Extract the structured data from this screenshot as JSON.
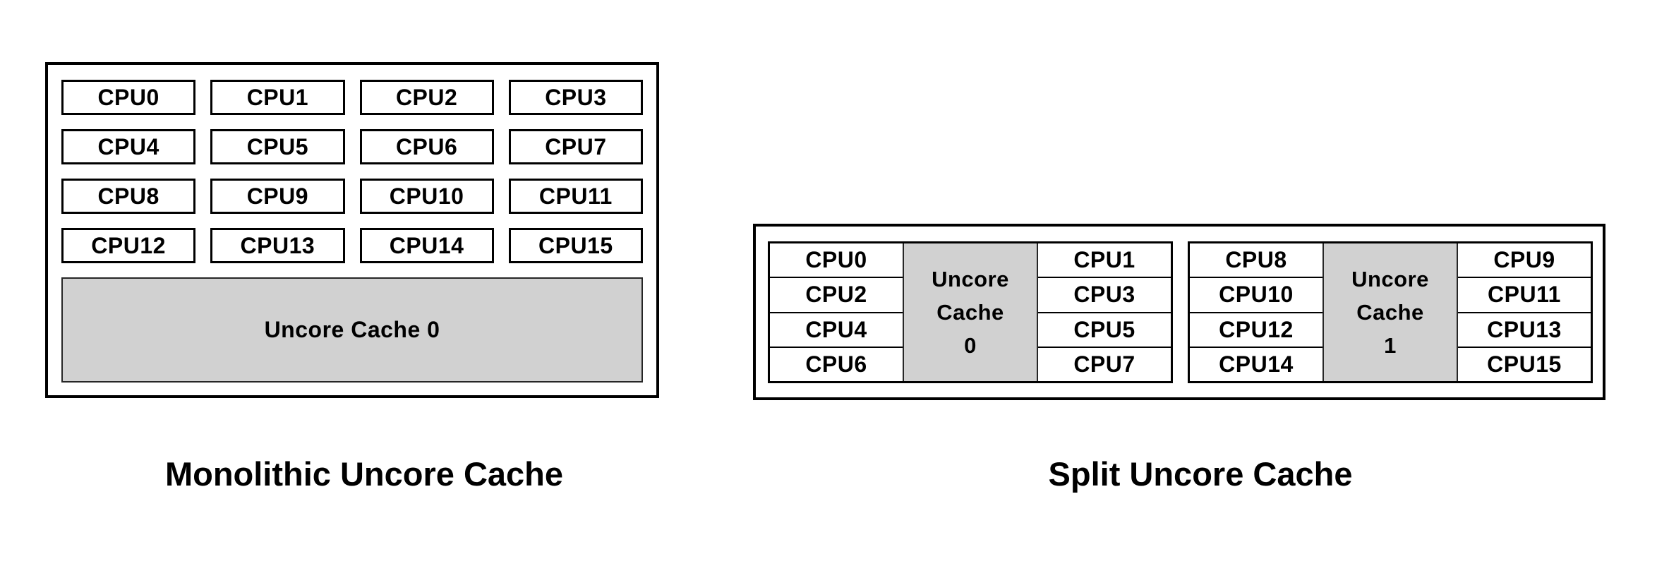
{
  "left_diagram": {
    "caption": "Monolithic Uncore Cache",
    "cpu_rows": [
      [
        "CPU0",
        "CPU1",
        "CPU2",
        "CPU3"
      ],
      [
        "CPU4",
        "CPU5",
        "CPU6",
        "CPU7"
      ],
      [
        "CPU8",
        "CPU9",
        "CPU10",
        "CPU11"
      ],
      [
        "CPU12",
        "CPU13",
        "CPU14",
        "CPU15"
      ]
    ],
    "cache_label": "Uncore Cache 0"
  },
  "right_diagram": {
    "caption": "Split Uncore Cache",
    "groups": [
      {
        "left_cpus": [
          "CPU0",
          "CPU2",
          "CPU4",
          "CPU6"
        ],
        "cache_label": "Uncore\nCache\n0",
        "right_cpus": [
          "CPU1",
          "CPU3",
          "CPU5",
          "CPU7"
        ]
      },
      {
        "left_cpus": [
          "CPU8",
          "CPU10",
          "CPU12",
          "CPU14"
        ],
        "cache_label": "Uncore\nCache\n1",
        "right_cpus": [
          "CPU9",
          "CPU11",
          "CPU13",
          "CPU15"
        ]
      }
    ]
  },
  "colors": {
    "background": "#ffffff",
    "box_border": "#000000",
    "cache_fill": "#d1d1d1",
    "text": "#000000"
  }
}
